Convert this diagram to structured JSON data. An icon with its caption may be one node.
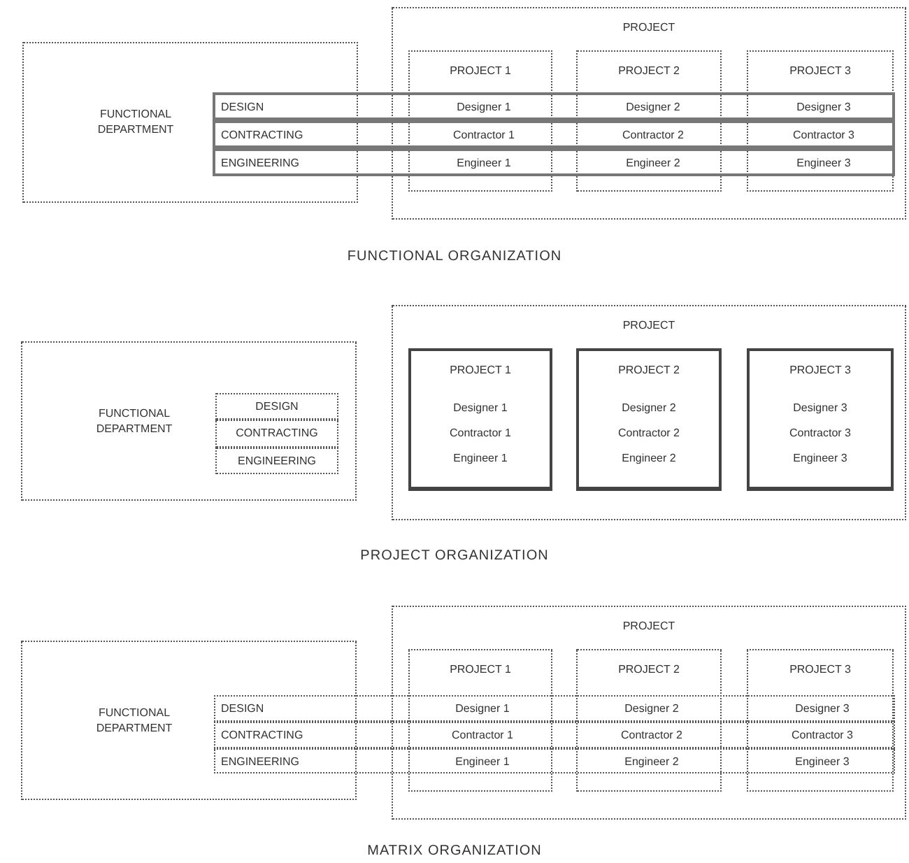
{
  "diagram": {
    "nodes": [
      {
        "text": [
          "FUNCTIONAL DEPARTMENT"
        ]
      },
      {
        "text": [
          "PROJECT"
        ]
      },
      {
        "text": [
          "PROJECT 1"
        ],
        "in": 1
      },
      {
        "text": [
          "PROJECT 2"
        ],
        "in": 1
      },
      {
        "text": [
          "PROJECT 3"
        ],
        "in": 1
      },
      {
        "text": [
          "DESIGN",
          "Designer 1",
          "Designer 2",
          "Designer 3"
        ]
      },
      {
        "text": [
          "CONTRACTING",
          "Contractor 1",
          "Contractor 2",
          "Contractor 3"
        ]
      },
      {
        "text": [
          "ENGINEERING",
          "Engineer 1",
          "Engineer 2",
          "Engineer 3"
        ]
      },
      {
        "text": [
          "FUNCTIONAL DEPARTMENT"
        ]
      },
      {
        "text": [
          "DESIGN"
        ],
        "in": 8
      },
      {
        "text": [
          "CONTRACTING"
        ],
        "in": 8
      },
      {
        "text": [
          "ENGINEERING"
        ],
        "in": 8
      },
      {
        "text": [
          "PROJECT"
        ]
      },
      {
        "text": [
          "PROJECT 1",
          "Designer 1",
          "Contractor 1",
          "Engineer 1"
        ],
        "in": 12
      },
      {
        "text": [
          "PROJECT 2",
          "Designer 2",
          "Contractor 2",
          "Engineer 2"
        ],
        "in": 12
      },
      {
        "text": [
          "PROJECT 3",
          "Designer 3",
          "Contractor 3",
          "Engineer 3"
        ],
        "in": 12
      },
      {
        "text": [
          "FUNCTIONAL DEPARTMENT"
        ]
      },
      {
        "text": [
          "PROJECT"
        ]
      },
      {
        "text": [
          "PROJECT 1"
        ],
        "in": 17
      },
      {
        "text": [
          "PROJECT 2"
        ],
        "in": 17
      },
      {
        "text": [
          "PROJECT 3"
        ],
        "in": 17
      },
      {
        "text": [
          "DESIGN",
          "Designer 1",
          "Designer 2",
          "Designer 3"
        ]
      },
      {
        "text": [
          "CONTRACTING",
          "Contractor 1",
          "Contractor 2",
          "Contractor 3"
        ]
      },
      {
        "text": [
          "ENGINEERING",
          "Engineer 1",
          "Engineer 2",
          "Engineer 3"
        ]
      }
    ],
    "edges": [],
    "labels": [
      "FUNCTIONAL ORGANIZATION",
      "PROJECT ORGANIZATION",
      "MATRIX ORGANIZATION"
    ]
  }
}
